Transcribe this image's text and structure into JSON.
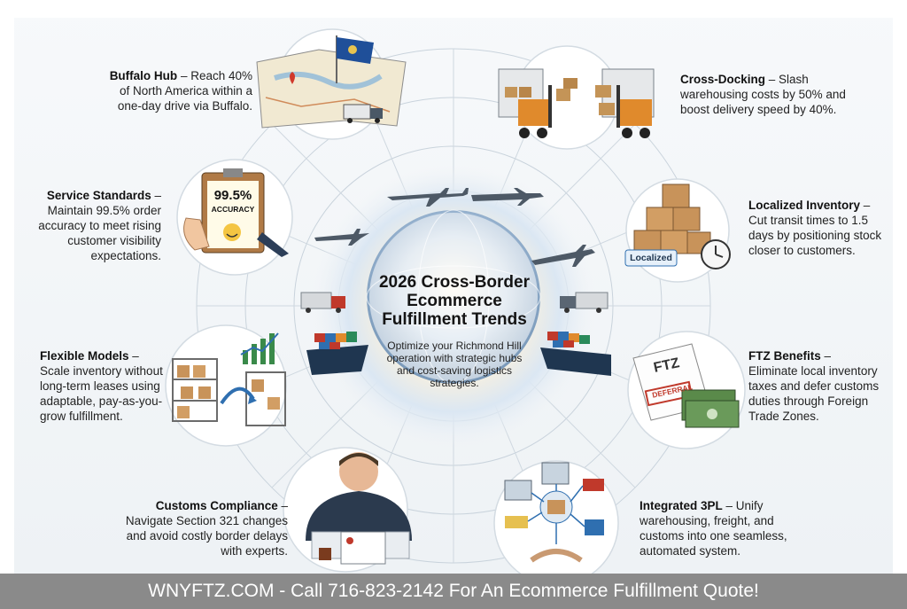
{
  "center": {
    "title_lines": [
      "2026 Cross-Border",
      "Ecommerce",
      "Fulfillment Trends"
    ],
    "subtitle_lines": [
      "Optimize your Richmond Hill",
      "operation with strategic hubs",
      "and cost-saving logistics",
      "strategies."
    ]
  },
  "items": [
    {
      "key": "buffalo",
      "heading": "Buffalo Hub",
      "text_lines": [
        " – Reach 40%",
        "of North America within a",
        "one-day drive via Buffalo."
      ]
    },
    {
      "key": "cross_docking",
      "heading": "Cross-Docking",
      "text_lines": [
        " – Slash",
        "warehousing costs by 50% and",
        "boost delivery speed by 40%."
      ]
    },
    {
      "key": "service",
      "heading": "Service Standards",
      "text_lines": [
        " –",
        "Maintain 99.5% order",
        "accuracy to meet rising",
        "customer visibility",
        "expectations."
      ]
    },
    {
      "key": "localized",
      "heading": "Localized Inventory",
      "text_lines": [
        " –",
        "Cut transit times to 1.5",
        "days by positioning stock",
        "closer to customers."
      ]
    },
    {
      "key": "flexible",
      "heading": "Flexible Models",
      "text_lines": [
        " –",
        "Scale inventory without",
        "long-term leases using",
        "adaptable, pay-as-you-",
        "grow fulfillment."
      ]
    },
    {
      "key": "ftz",
      "heading": "FTZ Benefits",
      "text_lines": [
        " –",
        "Eliminate local inventory",
        "taxes and defer customs",
        "duties through Foreign",
        "Trade Zones."
      ]
    },
    {
      "key": "customs",
      "heading": "Customs Compliance",
      "text_lines": [
        " –",
        "Navigate Section 321 changes",
        "and avoid costly border delays",
        "with experts."
      ]
    },
    {
      "key": "3pl",
      "heading": "Integrated 3PL",
      "text_lines": [
        " – Unify",
        "warehousing, freight, and",
        "customs into one seamless,",
        "automated system."
      ]
    }
  ],
  "illustration_labels": {
    "accuracy_value": "99.5%",
    "accuracy_word": "ACCURACY",
    "localized_tag": "Localized",
    "ftz_doc": "FTZ",
    "ftz_stamp": "DEFERRAL"
  },
  "footer": {
    "text": "WNYFTZ.COM - Call 716-823-2142 For An Ecommerce Fulfillment Quote!"
  },
  "colors": {
    "footer_bg": "#8a8a8a",
    "accent_blue": "#2f6fb0",
    "accent_orange": "#e08a2c"
  },
  "icons": [
    "map-icon",
    "forklift-icon",
    "clipboard-icon",
    "boxes-icon",
    "warehouse-shelves-icon",
    "ftz-document-icon",
    "customs-officer-icon",
    "network-3pl-icon",
    "globe-icon",
    "airplane-icon",
    "truck-icon",
    "cargo-ship-icon"
  ]
}
